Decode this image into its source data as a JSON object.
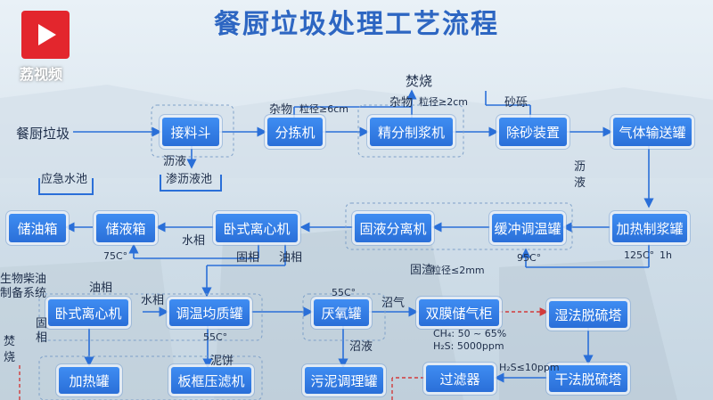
{
  "header": {
    "title": "餐厨垃圾处理工艺流程"
  },
  "logo": {
    "text": "荔视频"
  },
  "nodes": {
    "jieliaodou": "接料斗",
    "fenjianji": "分拣机",
    "jingfen": "精分制浆机",
    "chusha": "除砂装置",
    "qiti": "气体输送罐",
    "chuyou": "储油箱",
    "chuye": "储液箱",
    "woshi1": "卧式离心机",
    "guye": "固液分离机",
    "huanchong": "缓冲调温罐",
    "jiare1": "加热制浆罐",
    "woshi2": "卧式离心机",
    "tiaowen": "调温均质罐",
    "yanyang": "厌氧罐",
    "shuangmo": "双膜储气柜",
    "shifa": "湿法脱硫塔",
    "jiare2": "加热罐",
    "bankuang": "板框压滤机",
    "wuni": "污泥调理罐",
    "guolv": "过滤器",
    "ganfa": "干法脱硫塔"
  },
  "labels": {
    "canchu": "餐厨垃圾",
    "fenshao_top": "焚烧",
    "zawu1": "杂物",
    "lijing1": "粒径≥6cm",
    "zawu2": "杂物",
    "lijing2": "粒径≥2cm",
    "shali": "砂砾",
    "lique": "沥液",
    "shenlique": "渗沥液池",
    "yingji": "应急水池",
    "lique2": "沥",
    "lique3": "液",
    "shuixiang1": "水相",
    "guxiang1": "固相",
    "youxiang1": "油相",
    "guzha": "固渣",
    "guzha_size": "粒径≤2mm",
    "t75": "75C°",
    "t95": "95C°",
    "t125": "125C°",
    "h1": "1h",
    "shengwu1": "生物柴油",
    "shengwu2": "制备系统",
    "youxiang2": "油相",
    "shuixiang2": "水相",
    "gu": "固",
    "xiang": "相",
    "t55a": "55C°",
    "t55b": "55C°",
    "zhaoqi": "沼气",
    "ch4": "CH₄: 50 ~ 65%",
    "h2s1": "H₂S: 5000ppm",
    "h2s2": "H₂S≤10ppm",
    "fen": "焚",
    "shao": "烧",
    "nibing": "泥饼",
    "zhaoye": "沼液"
  }
}
